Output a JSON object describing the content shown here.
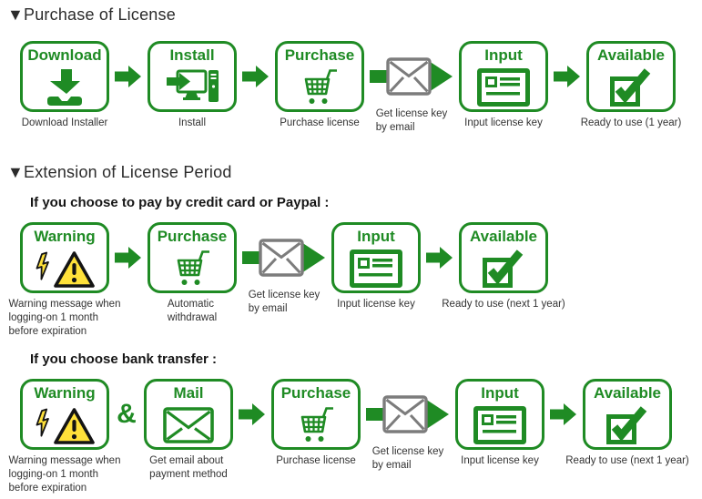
{
  "colors": {
    "green": "#1f8b24",
    "heading": "#2b2b2b",
    "subheading": "#161616",
    "caption": "#333333",
    "envelope_gray": "#7c7c7c",
    "warning_yellow": "#ffe13a",
    "warning_black": "#141414",
    "background": "#ffffff"
  },
  "sections": [
    {
      "title": "▼Purchase of License",
      "subsections": [
        {
          "heading": "",
          "steps": [
            {
              "type": "box",
              "title": "Download",
              "icon": "download-icon",
              "caption": "Download Installer"
            },
            {
              "type": "arrow"
            },
            {
              "type": "box",
              "title": "Install",
              "icon": "install-icon",
              "caption": "Install"
            },
            {
              "type": "arrow"
            },
            {
              "type": "box",
              "title": "Purchase",
              "icon": "cart-icon",
              "caption": "Purchase license"
            },
            {
              "type": "mail-arrow",
              "caption": "Get license key\nby email"
            },
            {
              "type": "box",
              "title": "Input",
              "icon": "form-icon",
              "caption": "Input license key"
            },
            {
              "type": "arrow"
            },
            {
              "type": "box",
              "title": "Available",
              "icon": "checkbox-icon",
              "caption": "Ready to use (1 year)"
            }
          ]
        }
      ]
    },
    {
      "title": "▼Extension of License Period",
      "subsections": [
        {
          "heading": "If you choose to pay by credit card or Paypal :",
          "steps": [
            {
              "type": "box",
              "title": "Warning",
              "icon": "warning-icon",
              "caption": "Warning message when\nlogging-on 1 month\nbefore expiration"
            },
            {
              "type": "arrow"
            },
            {
              "type": "box",
              "title": "Purchase",
              "icon": "cart-icon",
              "caption": "Automatic\nwithdrawal"
            },
            {
              "type": "mail-arrow",
              "caption": "Get license key\nby email"
            },
            {
              "type": "box",
              "title": "Input",
              "icon": "form-icon",
              "caption": "Input license key"
            },
            {
              "type": "arrow"
            },
            {
              "type": "box",
              "title": "Available",
              "icon": "checkbox-icon",
              "caption": "Ready to use (next 1 year)"
            }
          ]
        },
        {
          "heading": "If you choose bank transfer :",
          "steps": [
            {
              "type": "box",
              "title": "Warning",
              "icon": "warning-icon",
              "caption": "Warning message when\nlogging-on 1 month\nbefore expiration"
            },
            {
              "type": "ampersand",
              "label": "&"
            },
            {
              "type": "box",
              "title": "Mail",
              "icon": "mail-icon",
              "caption": "Get email about\npayment method"
            },
            {
              "type": "arrow"
            },
            {
              "type": "box",
              "title": "Purchase",
              "icon": "cart-icon",
              "caption": "Purchase license"
            },
            {
              "type": "mail-arrow",
              "caption": "Get license key\nby email"
            },
            {
              "type": "box",
              "title": "Input",
              "icon": "form-icon",
              "caption": "Input license key"
            },
            {
              "type": "arrow"
            },
            {
              "type": "box",
              "title": "Available",
              "icon": "checkbox-icon",
              "caption": "Ready to use (next 1 year)"
            }
          ]
        }
      ]
    }
  ]
}
